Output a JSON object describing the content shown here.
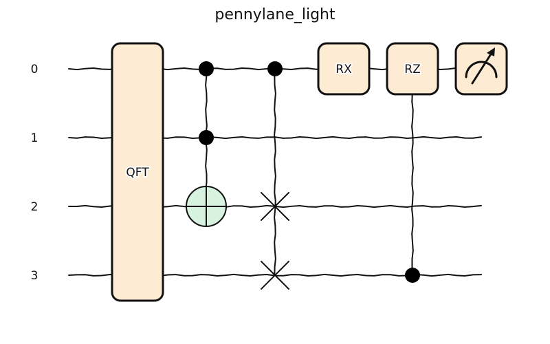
{
  "title": "pennylane_light",
  "colors": {
    "gate_fill": "#fdebd3",
    "target_fill": "#d7f2df",
    "ink": "#111111",
    "background": "#ffffff"
  },
  "wires": [
    {
      "label": "0"
    },
    {
      "label": "1"
    },
    {
      "label": "2"
    },
    {
      "label": "3"
    }
  ],
  "operations": [
    {
      "type": "box",
      "label": "QFT",
      "wires": [
        0,
        1,
        2,
        3
      ],
      "layer": 0
    },
    {
      "type": "cnot",
      "controls": [
        0,
        1
      ],
      "target": 2,
      "layer": 1
    },
    {
      "type": "cswap",
      "controls": [
        0
      ],
      "targets": [
        2,
        3
      ],
      "layer": 2
    },
    {
      "type": "box",
      "label": "RX",
      "wires": [
        0
      ],
      "layer": 3
    },
    {
      "type": "box",
      "label": "RZ",
      "wires": [
        0
      ],
      "controls": [
        3
      ],
      "layer": 4
    },
    {
      "type": "measure",
      "icon": "measurement-meter-icon",
      "wires": [
        0
      ],
      "layer": 5
    }
  ]
}
